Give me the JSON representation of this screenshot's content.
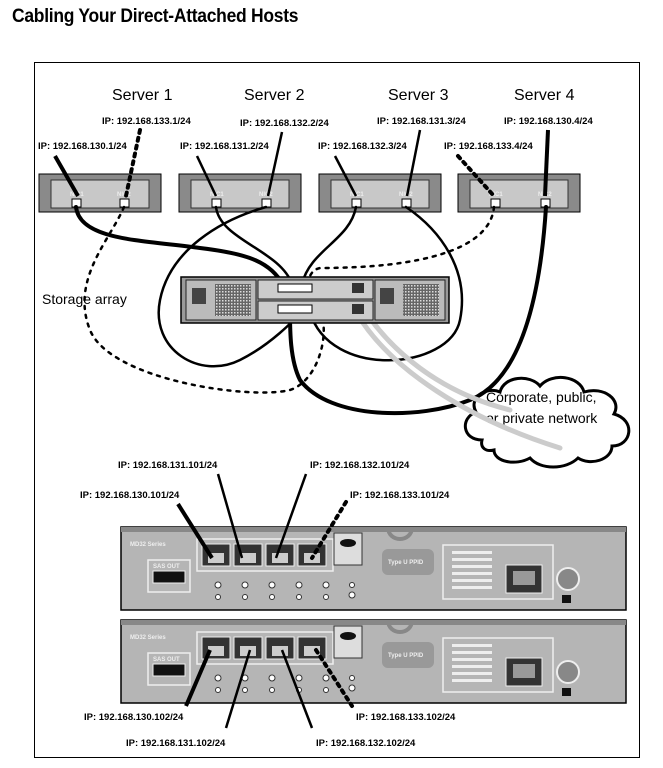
{
  "title": "Cabling Your Direct-Attached Hosts",
  "servers": [
    {
      "name": "Server 1",
      "nic1_ip": "IP: 192.168.130.1/24",
      "nic2_ip": "IP: 192.168.133.1/24",
      "nic1_label": "NIC1",
      "nic2_label": "NIC2"
    },
    {
      "name": "Server 2",
      "nic1_ip": "IP: 192.168.131.2/24",
      "nic2_ip": "IP: 192.168.132.2/24",
      "nic1_label": "NIC1",
      "nic2_label": "NIC2"
    },
    {
      "name": "Server 3",
      "nic1_ip": "IP: 192.168.132.3/24",
      "nic2_ip": "IP: 192.168.131.3/24",
      "nic1_label": "NIC1",
      "nic2_label": "NIC2"
    },
    {
      "name": "Server 4",
      "nic1_ip": "IP: 192.168.133.4/24",
      "nic2_ip": "IP: 192.168.130.4/24",
      "nic1_label": "NIC1",
      "nic2_label": "NIC2"
    }
  ],
  "storage_array_label": "Storage array",
  "network_cloud": {
    "line1": "Corporate, public,",
    "line2": "or private network"
  },
  "controller_top": {
    "series_label": "MD32 Series",
    "sas_out_label": "SAS OUT",
    "ppid_label": "Type U PPID",
    "port_ips": [
      "IP: 192.168.130.101/24",
      "IP: 192.168.131.101/24",
      "IP: 192.168.132.101/24",
      "IP: 192.168.133.101/24"
    ]
  },
  "controller_bottom": {
    "series_label": "MD32 Series",
    "sas_out_label": "SAS OUT",
    "ppid_label": "Type U PPID",
    "port_ips": [
      "IP: 192.168.130.102/24",
      "IP: 192.168.131.102/24",
      "IP: 192.168.132.102/24",
      "IP: 192.168.133.102/24"
    ]
  }
}
